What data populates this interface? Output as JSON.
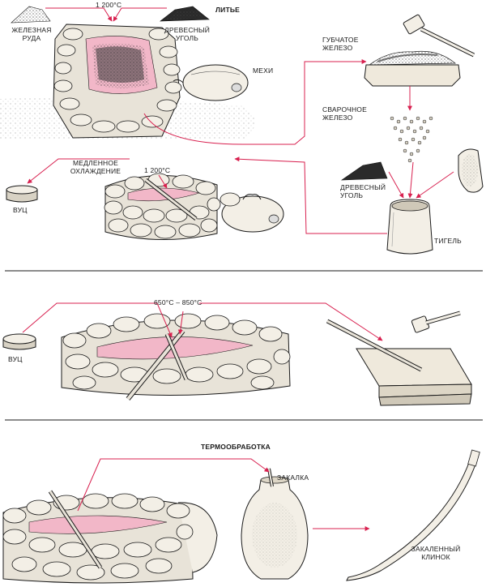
{
  "colors": {
    "ink": "#1a1a1a",
    "arrow": "#d8204f",
    "molten": "#f2b7c8",
    "stone": "#e6e1d6"
  },
  "sections": {
    "casting": {
      "title": "ЛИТЬЕ"
    },
    "forging": {
      "temperature": "650°С – 850°С"
    },
    "heat_treatment": {
      "title": "ТЕРМООБРАБОТКА"
    }
  },
  "labels": {
    "iron_ore_1": "ЖЕЛЕЗНАЯ",
    "iron_ore_2": "РУДА",
    "charcoal_1": "ДРЕВЕСНЫЙ",
    "charcoal_2": "УГОЛЬ",
    "temp_top": "1 200°С",
    "bellows": "МЕХИ",
    "sponge_iron_1": "ГУБЧАТОЕ",
    "sponge_iron_2": "ЖЕЛЕЗО",
    "weld_iron_1": "СВАРОЧНОЕ",
    "weld_iron_2": "ЖЕЛЕЗО",
    "slow_cool_1": "МЕДЛЕННОЕ",
    "slow_cool_2": "ОХЛАЖДЕНИЕ",
    "temp_furnace2": "1 200°С",
    "wootz_1": "ВУЦ",
    "charcoal2_1": "ДРЕВЕСНЫЙ",
    "charcoal2_2": "УГОЛЬ",
    "crucible": "ТИГЕЛЬ",
    "wootz_2": "ВУЦ",
    "quench": "ЗАКАЛКА",
    "blade_1": "ЗАКАЛЕННЫЙ",
    "blade_2": "КЛИНОК"
  }
}
